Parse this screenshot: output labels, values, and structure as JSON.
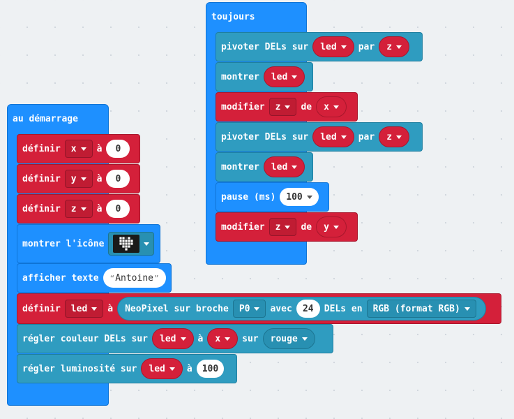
{
  "start_stack": {
    "hat_label": "au démarrage",
    "set_x": {
      "label": "définir",
      "var": "x",
      "to": "à",
      "value": "0"
    },
    "set_y": {
      "label": "définir",
      "var": "y",
      "to": "à",
      "value": "0"
    },
    "set_z": {
      "label": "définir",
      "var": "z",
      "to": "à",
      "value": "0"
    },
    "show_icon": {
      "label": "montrer l'icône",
      "icon": "heart-icon"
    },
    "show_text": {
      "label": "afficher texte",
      "value": "Antoine"
    },
    "set_led": {
      "label": "définir",
      "var": "led",
      "to": "à",
      "neopixel_label": "NeoPixel sur broche",
      "pin": "P0",
      "with_label": "avec",
      "count": "24",
      "leds_label": "DELs en",
      "format": "RGB (format RGB)"
    },
    "set_color": {
      "label": "régler couleur DELs sur",
      "strip": "led",
      "to": "à",
      "index": "x",
      "on": "sur",
      "color": "rouge"
    },
    "set_brightness": {
      "label": "régler luminosité sur",
      "strip": "led",
      "to": "à",
      "value": "100"
    }
  },
  "forever_stack": {
    "hat_label": "toujours",
    "rotate_1": {
      "label": "pivoter DELs sur",
      "strip": "led",
      "by": "par",
      "var": "z"
    },
    "show_1": {
      "label": "montrer",
      "strip": "led"
    },
    "change_1": {
      "label": "modifier",
      "var": "z",
      "of": "de",
      "value_var": "x"
    },
    "rotate_2": {
      "label": "pivoter DELs sur",
      "strip": "led",
      "by": "par",
      "var": "z"
    },
    "show_2": {
      "label": "montrer",
      "strip": "led"
    },
    "pause": {
      "label": "pause (ms)",
      "value": "100"
    },
    "change_2": {
      "label": "modifier",
      "var": "z",
      "of": "de",
      "value_var": "y"
    }
  },
  "colors": {
    "event_blue": "#1e90ff",
    "variable_red": "#d4203a",
    "neopixel_teal": "#2f9cc0",
    "canvas": "#eef1f3"
  }
}
